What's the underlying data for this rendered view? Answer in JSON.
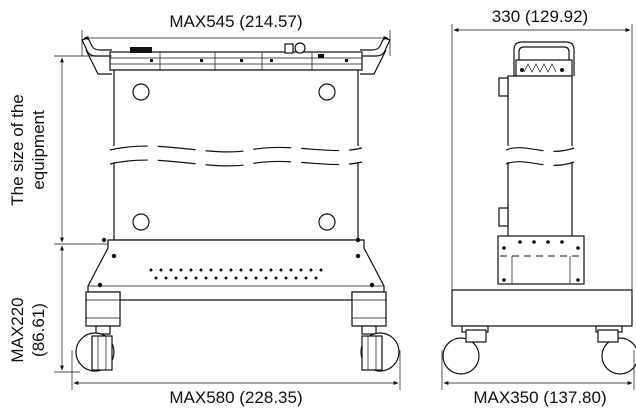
{
  "dimensions": {
    "front_width_top": "MAX545 (214.57)",
    "front_width_bottom": "MAX580 (228.35)",
    "side_width_top": "330 (129.92)",
    "side_width_bottom": "MAX350 (137.80)",
    "equipment_size_line1": "The size of the",
    "equipment_size_line2": "equipment",
    "cart_height_line1": "MAX220",
    "cart_height_line2": "(86.61)"
  }
}
